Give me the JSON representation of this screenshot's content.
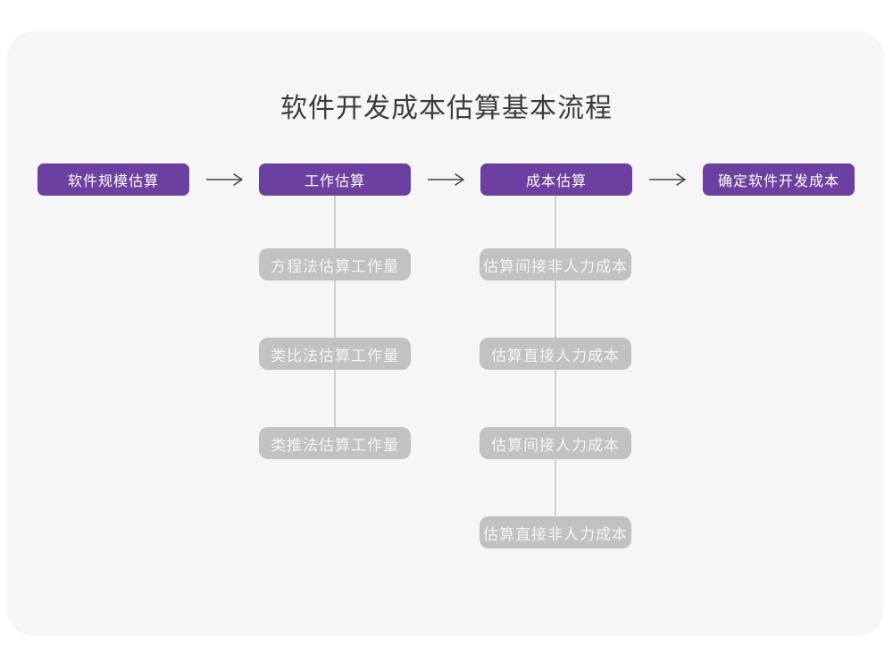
{
  "title": "软件开发成本估算基本流程",
  "colors": {
    "primary": "#6c40a0",
    "sub_box": "#c2c2c2",
    "card_bg": "#f6f6f7",
    "connector": "#cfcfcf",
    "arrow": "#444444",
    "title_text": "#3c3c3c"
  },
  "flow": {
    "nodes": [
      {
        "label": "软件规模估算"
      },
      {
        "label": "工作估算"
      },
      {
        "label": "成本估算"
      },
      {
        "label": "确定软件开发成本"
      }
    ]
  },
  "sub_steps": {
    "work_estimation": {
      "items": [
        {
          "label": "方程法估算工作量"
        },
        {
          "label": "类比法估算工作量"
        },
        {
          "label": "类推法估算工作量"
        }
      ]
    },
    "cost_estimation": {
      "items": [
        {
          "label": "估算间接非人力成本"
        },
        {
          "label": "估算直接人力成本"
        },
        {
          "label": "估算间接人力成本"
        },
        {
          "label": "估算直接非人力成本"
        }
      ]
    }
  }
}
